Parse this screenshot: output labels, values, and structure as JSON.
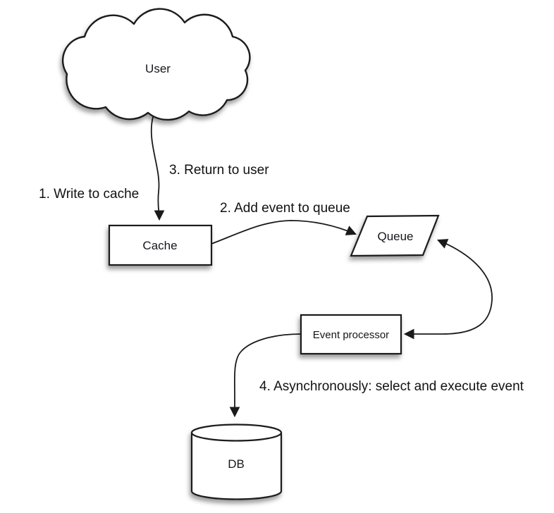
{
  "diagram": {
    "background_color": "#ffffff",
    "shape_fill_color": "#ffffff",
    "stroke_color": "#1a1a1a",
    "text_color": "#111111",
    "nodes": {
      "user": {
        "label": "User",
        "shape": "cloud"
      },
      "cache": {
        "label": "Cache",
        "shape": "rectangle"
      },
      "queue": {
        "label": "Queue",
        "shape": "parallelogram"
      },
      "event_processor": {
        "label": "Event processor",
        "shape": "rectangle"
      },
      "db": {
        "label": "DB",
        "shape": "cylinder"
      }
    },
    "annotations": {
      "step1": "1. Write to cache",
      "step2": "2. Add event to queue",
      "step3": "3. Return to user",
      "step4": "4. Asynchronously: select and execute event"
    },
    "edges": [
      {
        "from": "user",
        "to": "cache",
        "style": "curved-arrow",
        "arrowheads": "end"
      },
      {
        "from": "cache",
        "to": "queue",
        "style": "curved-arrow",
        "arrowheads": "end"
      },
      {
        "from": "queue",
        "to": "event_processor",
        "style": "curved-arrow",
        "arrowheads": "both"
      },
      {
        "from": "event_processor",
        "to": "db",
        "style": "curved-arrow",
        "arrowheads": "end"
      }
    ]
  }
}
